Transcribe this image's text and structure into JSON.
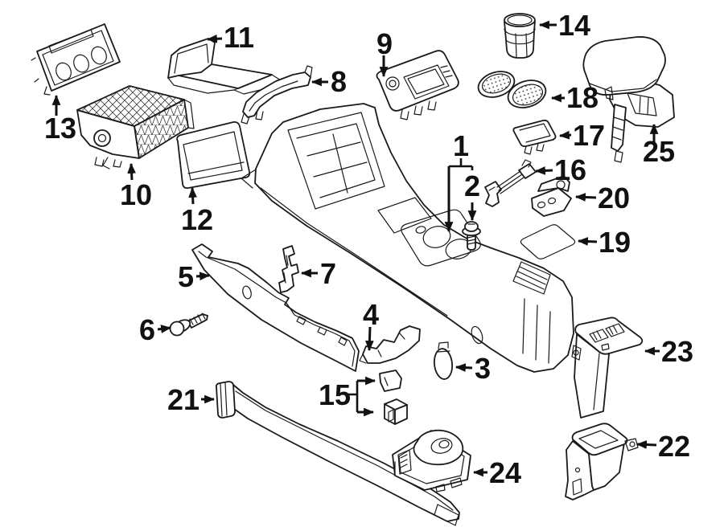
{
  "diagram": {
    "kind": "exploded-parts-line-diagram",
    "background_color": "#ffffff",
    "line_color": "#1a1a1a",
    "label_color": "#111111",
    "callouts": [
      {
        "label": "1",
        "arrow": "down"
      },
      {
        "label": "2",
        "arrow": "down"
      },
      {
        "label": "3",
        "arrow": "left"
      },
      {
        "label": "4",
        "arrow": "down"
      },
      {
        "label": "5",
        "arrow": "right"
      },
      {
        "label": "6",
        "arrow": "right"
      },
      {
        "label": "7",
        "arrow": "left"
      },
      {
        "label": "8",
        "arrow": "left"
      },
      {
        "label": "9",
        "arrow": "down"
      },
      {
        "label": "10",
        "arrow": "up"
      },
      {
        "label": "11",
        "arrow": "left"
      },
      {
        "label": "12",
        "arrow": "up"
      },
      {
        "label": "13",
        "arrow": "up"
      },
      {
        "label": "14",
        "arrow": "left"
      },
      {
        "label": "15",
        "arrow": "right"
      },
      {
        "label": "16",
        "arrow": "left"
      },
      {
        "label": "17",
        "arrow": "left"
      },
      {
        "label": "18",
        "arrow": "left"
      },
      {
        "label": "19",
        "arrow": "left"
      },
      {
        "label": "20",
        "arrow": "left"
      },
      {
        "label": "21",
        "arrow": "right"
      },
      {
        "label": "22",
        "arrow": "left"
      },
      {
        "label": "23",
        "arrow": "left"
      },
      {
        "label": "24",
        "arrow": "left"
      },
      {
        "label": "25",
        "arrow": "up"
      }
    ]
  }
}
